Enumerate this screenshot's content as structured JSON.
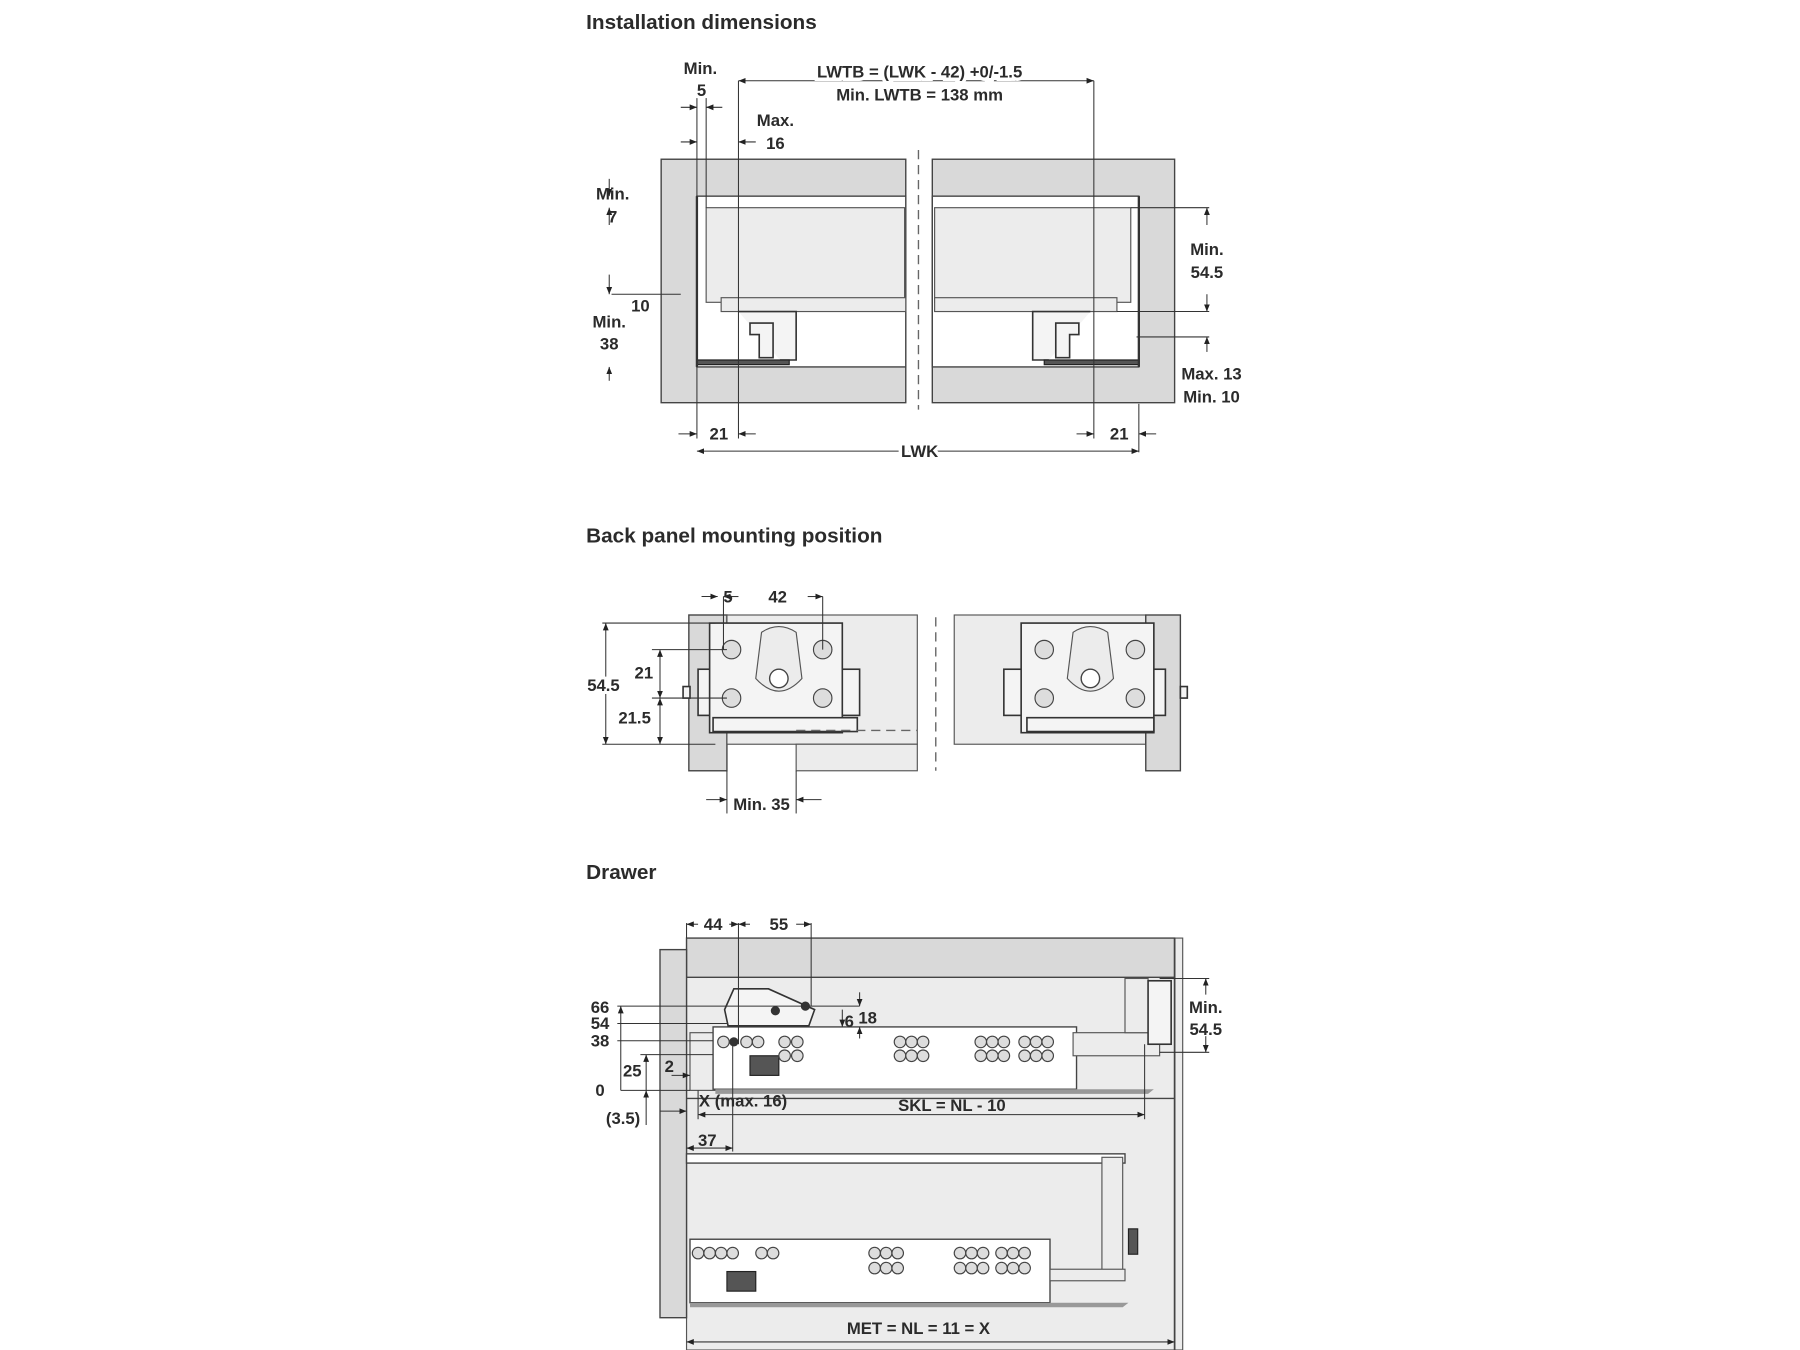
{
  "installation": {
    "title": "Installation dimensions",
    "min5_a": "Min.",
    "min5_b": "5",
    "lwtb_formula": "LWTB = (LWK - 42) +0/-1.5",
    "lwtb_min": "Min. LWTB = 138 mm",
    "max16_a": "Max.",
    "max16_b": "16",
    "min7_a": "Min.",
    "min7_b": "7",
    "dim10": "10",
    "min38_a": "Min.",
    "min38_b": "38",
    "min545_a": "Min.",
    "min545_b": "54.5",
    "max13": "Max. 13",
    "min10": "Min. 10",
    "left21": "21",
    "right21": "21",
    "lwk": "LWK"
  },
  "back_panel": {
    "title": "Back panel mounting position",
    "dim5": "5",
    "dim42": "42",
    "dim545": "54.5",
    "dim21": "21",
    "dim215": "21.5",
    "min35": "Min. 35"
  },
  "drawer": {
    "title": "Drawer",
    "dim44": "44",
    "dim55": "55",
    "dim66": "66",
    "dim54": "54",
    "dim38": "38",
    "dim25": "25",
    "dim2": "2",
    "dim0": "0",
    "dim35": "(3.5)",
    "dim6": "6",
    "dim18": "18",
    "x_max": "X (max. 16)",
    "skl": "SKL = NL - 10",
    "dim37": "37",
    "min545_a": "Min.",
    "min545_b": "54.5",
    "met": "MET = NL = 11 = X"
  }
}
